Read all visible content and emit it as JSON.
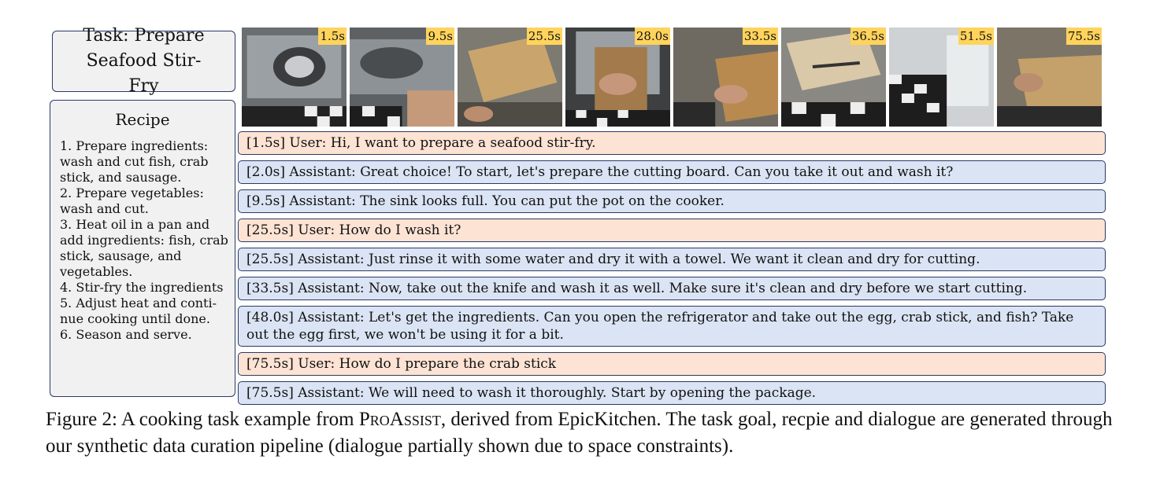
{
  "task_label": "Task: Prepare Seafood Stir-Fry",
  "recipe": {
    "title": "Recipe",
    "steps": [
      "1. Prepare ingredients: wash and cut fish, crab stick, and sausage.",
      "2. Prepare vegetables: wash and cut.",
      "3. Heat oil in a pan and add ingredients: fish, crab stick, sausage, and vegetables.",
      "4. Stir-fry the ingredients",
      "5. Adjust heat and conti-nue cooking until done.",
      "6. Season and serve."
    ]
  },
  "frames": [
    {
      "time": "1.5s",
      "icon": "kitchen-sink-frame"
    },
    {
      "time": "9.5s",
      "icon": "kitchen-sink-frame"
    },
    {
      "time": "25.5s",
      "icon": "cutting-board-frame"
    },
    {
      "time": "28.0s",
      "icon": "cutting-board-frame"
    },
    {
      "time": "33.5s",
      "icon": "cutting-board-frame"
    },
    {
      "time": "36.5s",
      "icon": "knife-frame"
    },
    {
      "time": "51.5s",
      "icon": "refrigerator-frame"
    },
    {
      "time": "75.5s",
      "icon": "crab-stick-frame"
    }
  ],
  "dialogue": [
    {
      "role": "user",
      "text": "[1.5s] User: Hi, I want to prepare a seafood stir-fry."
    },
    {
      "role": "assistant",
      "text": "[2.0s] Assistant: Great choice! To start, let's prepare the cutting board. Can you take it out and wash it?"
    },
    {
      "role": "assistant",
      "text": "[9.5s] Assistant: The sink looks full. You can put the pot on the cooker."
    },
    {
      "role": "user",
      "text": "[25.5s] User: How do I wash it?"
    },
    {
      "role": "assistant",
      "text": "[25.5s] Assistant: Just rinse it with some water and dry it with a towel. We want it clean and dry for cutting."
    },
    {
      "role": "assistant",
      "text": "[33.5s] Assistant: Now, take out the knife and wash it as well. Make sure it's clean and dry before we start cutting."
    },
    {
      "role": "assistant",
      "text": "[48.0s] Assistant: Let's get the ingredients. Can you open the refrigerator and take out the egg, crab stick, and fish? Take out the egg first, we won't be using it for a bit."
    },
    {
      "role": "user",
      "text": "[75.5s] User: How do I prepare the crab stick"
    },
    {
      "role": "assistant",
      "text": "[75.5s] Assistant: We will need to wash it thoroughly. Start by opening the package."
    }
  ],
  "caption": {
    "prefix": "Figure 2: A cooking task example from ",
    "name": "ProAssist",
    "suffix": ", derived from EpicKitchen. The task goal, recpie and dialogue are generated through our synthetic data curation pipeline (dialogue partially shown due to space constraints)."
  },
  "colors": {
    "user_bubble": "#fde3d4",
    "assistant_bubble": "#dbe4f4",
    "timestamp_badge": "#ffd35c",
    "border": "#2b3a66"
  }
}
